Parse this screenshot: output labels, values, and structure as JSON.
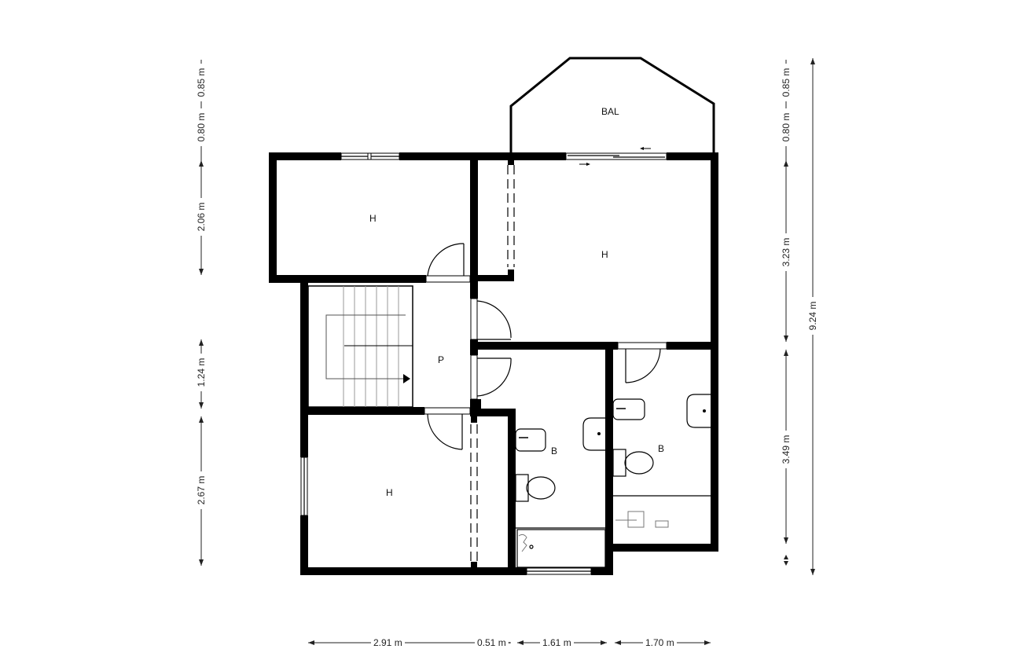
{
  "floorplan": {
    "rooms": [
      {
        "id": "bedroom-top-left",
        "label": "H"
      },
      {
        "id": "bedroom-main",
        "label": "H"
      },
      {
        "id": "balcony",
        "label": "BAL"
      },
      {
        "id": "hallway",
        "label": "P"
      },
      {
        "id": "bedroom-bottom-left",
        "label": "H"
      },
      {
        "id": "bathroom-1",
        "label": "B"
      },
      {
        "id": "bathroom-2",
        "label": "B"
      }
    ],
    "dimensions": {
      "left": [
        "0.85 m",
        "0.80 m",
        "2.06 m",
        "1.24 m",
        "2.67 m"
      ],
      "right_inner": [
        "0.85 m",
        "0.80 m",
        "3.23 m",
        "3.49 m"
      ],
      "right_total": "9.24 m",
      "bottom": [
        "2.91 m",
        "0.51 m",
        "1.61 m",
        "1.70 m"
      ]
    }
  }
}
